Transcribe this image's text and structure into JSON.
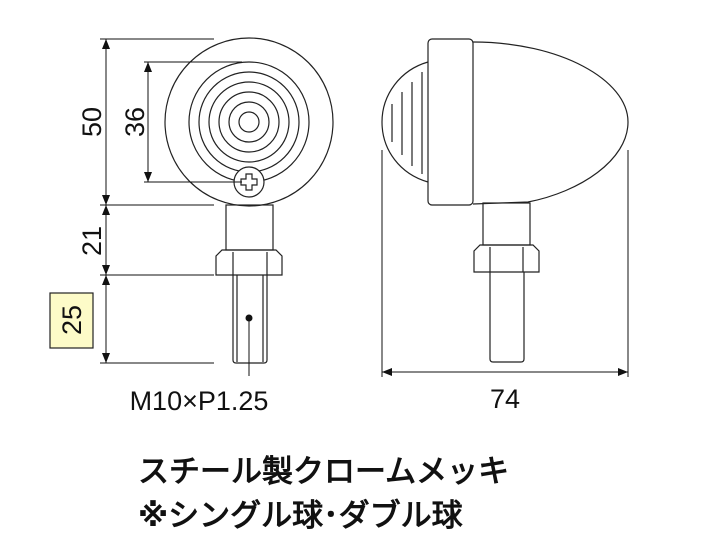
{
  "dimensions": {
    "total_height": "50",
    "lens_diameter": "36",
    "stem_length": "21",
    "bolt_length": "25",
    "thread_spec": "M10×P1.25",
    "total_depth": "74"
  },
  "colors": {
    "highlight_box": "#fdfbc8",
    "line": "#222222"
  },
  "notes": {
    "material": "スチール製クロームメッキ",
    "bulb_type": "※シングル球･ダブル球"
  }
}
